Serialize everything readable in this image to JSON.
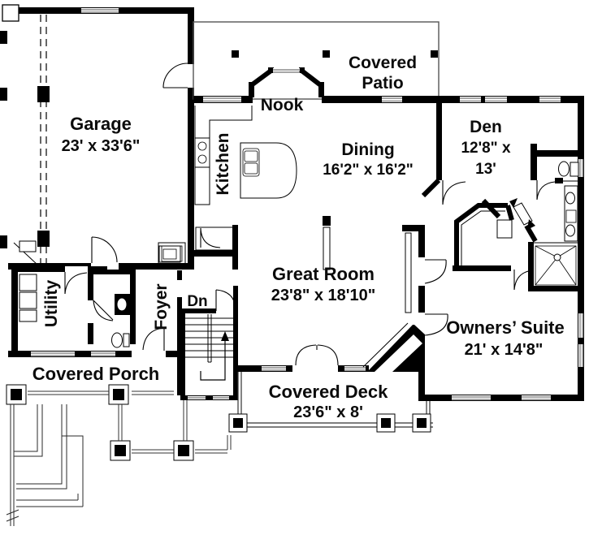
{
  "colors": {
    "wall": "#000000",
    "background": "#ffffff",
    "window": "#8a8a8a"
  },
  "rooms": {
    "garage": {
      "name": "Garage",
      "dims": "23' x 33'6\""
    },
    "covered_patio": {
      "line1": "Covered",
      "line2": "Patio"
    },
    "nook": {
      "name": "Nook"
    },
    "kitchen": {
      "name": "Kitchen"
    },
    "dining": {
      "name": "Dining",
      "dims": "16'2\" x 16'2\""
    },
    "den": {
      "name": "Den",
      "dims_line1": "12'8\" x",
      "dims_line2": "13'"
    },
    "great_room": {
      "name": "Great Room",
      "dims": "23'8\" x 18'10\""
    },
    "owners_suite": {
      "name": "Owners’ Suite",
      "dims": "21' x 14'8\""
    },
    "utility": {
      "name": "Utility"
    },
    "foyer": {
      "name": "Foyer"
    },
    "stairs": {
      "label": "Dn"
    },
    "covered_porch": {
      "name": "Covered Porch"
    },
    "covered_deck": {
      "name": "Covered Deck",
      "dims": "23'6\" x 8'"
    }
  }
}
